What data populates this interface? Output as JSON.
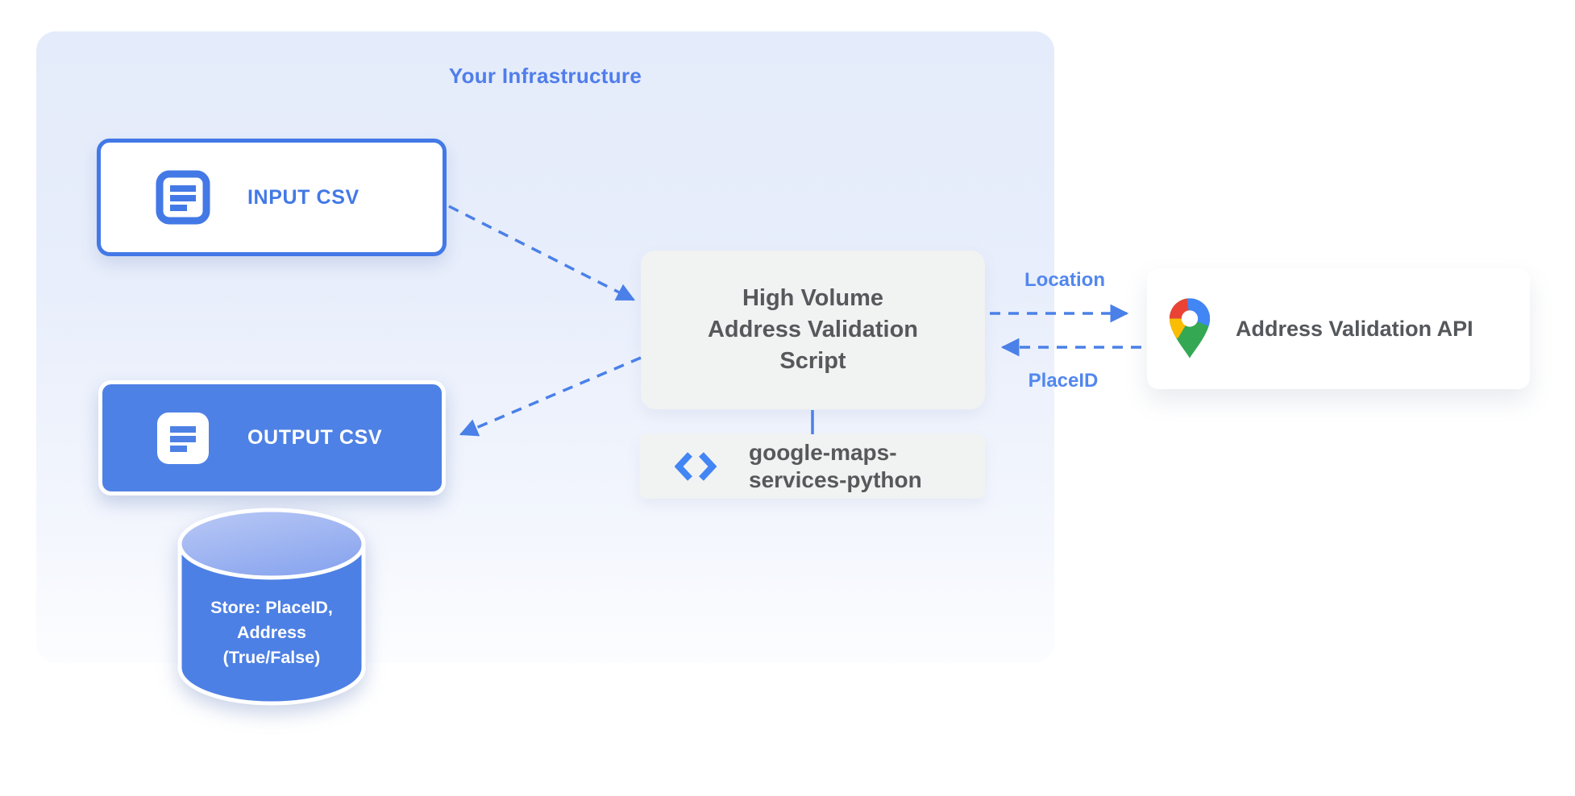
{
  "infrastructure": {
    "title": "Your Infrastructure"
  },
  "nodes": {
    "input_csv": {
      "label": "INPUT CSV",
      "icon": "document-icon"
    },
    "output_csv": {
      "label": "OUTPUT CSV",
      "icon": "document-icon"
    },
    "script": {
      "lines": [
        "High Volume",
        "Address Validation",
        "Script"
      ]
    },
    "library": {
      "lines": [
        "google-maps-",
        "services-python"
      ],
      "icon": "code-icon"
    },
    "api": {
      "label": "Address Validation API",
      "icon": "google-maps-pin-icon"
    },
    "datastore": {
      "lines": [
        "Store: PlaceID,",
        "Address",
        "(True/False)"
      ]
    }
  },
  "edges": {
    "location": {
      "label": "Location"
    },
    "placeid": {
      "label": "PlaceID"
    }
  },
  "colors": {
    "accent_blue": "#4379e6",
    "arrow_blue": "#4a80e8",
    "label_blue": "#5287ee",
    "node_blue_fill": "#4e81e5",
    "cylinder_body": "#4d80e4",
    "cylinder_top_light": "#b9c8f5",
    "cylinder_top_dark": "#8ca7ef",
    "gray_box": "#f1f2f2",
    "text_gray": "#56595b",
    "infra_bg_top": "#e4ebfa",
    "pin_red": "#ea4335",
    "pin_blue": "#4285f4",
    "pin_yellow": "#fbbc04",
    "pin_green": "#34a853"
  }
}
